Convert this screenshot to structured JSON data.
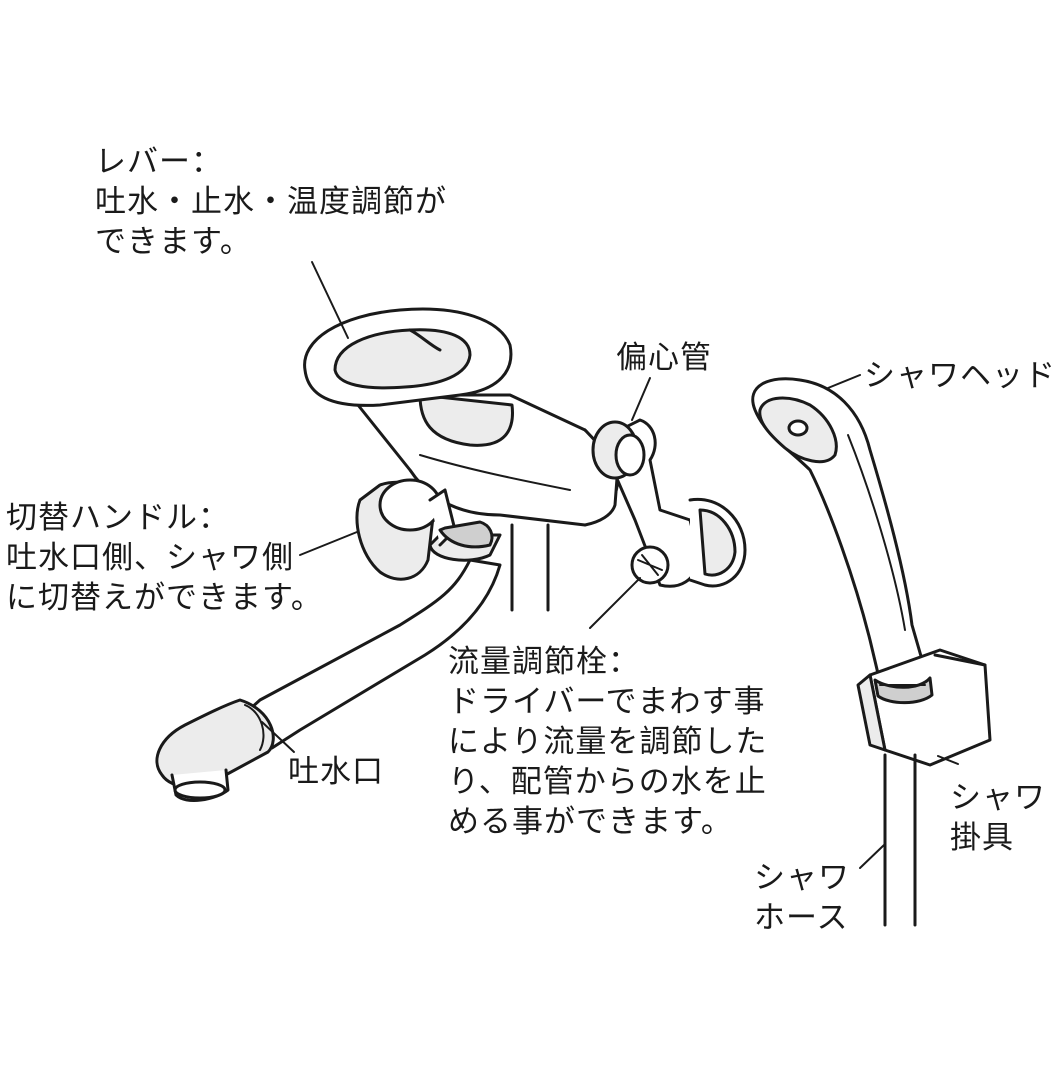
{
  "labels": {
    "lever": [
      "レバー：",
      "吐水・止水・温度調節が",
      "できます。"
    ],
    "eccentric_pipe": "偏心管",
    "shower_head": "シャワヘッド",
    "switch_handle": [
      "切替ハンドル：",
      "吐水口側、シャワ側",
      "に切替えができます。"
    ],
    "flow_valve": [
      "流量調節栓：",
      "ドライバーでまわす事",
      "により流量を調節した",
      "り、配管からの水を止",
      "める事ができます。"
    ],
    "spout": "吐水口",
    "shower_holder": [
      "シャワ",
      "掛具"
    ],
    "shower_hose": [
      "シャワ",
      "ホース"
    ]
  }
}
